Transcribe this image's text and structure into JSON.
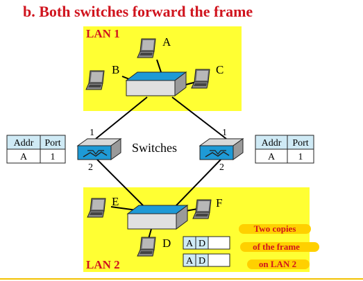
{
  "title": "b. Both switches forward the frame",
  "lan1": {
    "label": "LAN 1",
    "stations": [
      "A",
      "B",
      "C"
    ]
  },
  "lan2": {
    "label": "LAN 2",
    "stations": [
      "E",
      "F",
      "D"
    ]
  },
  "switches_label": "Switches",
  "left_switch": {
    "port_top": "1",
    "port_bottom": "2"
  },
  "right_switch": {
    "port_top": "1",
    "port_bottom": "2"
  },
  "left_table": {
    "headers": [
      "Addr",
      "Port"
    ],
    "row": [
      "A",
      "1"
    ]
  },
  "right_table": {
    "headers": [
      "Addr",
      "Port"
    ],
    "row": [
      "A",
      "1"
    ]
  },
  "frames": [
    [
      "A",
      "D"
    ],
    [
      "A",
      "D"
    ]
  ],
  "note": [
    "Two copies",
    "of the frame",
    "on LAN 2"
  ],
  "colors": {
    "lan_bg": "#ffff33",
    "title": "#d0141e",
    "note_bg": "#ffd000",
    "cell_bg": "#cfeaf5",
    "switch_top": "#1e9ad6",
    "divider": "#f2c100"
  }
}
